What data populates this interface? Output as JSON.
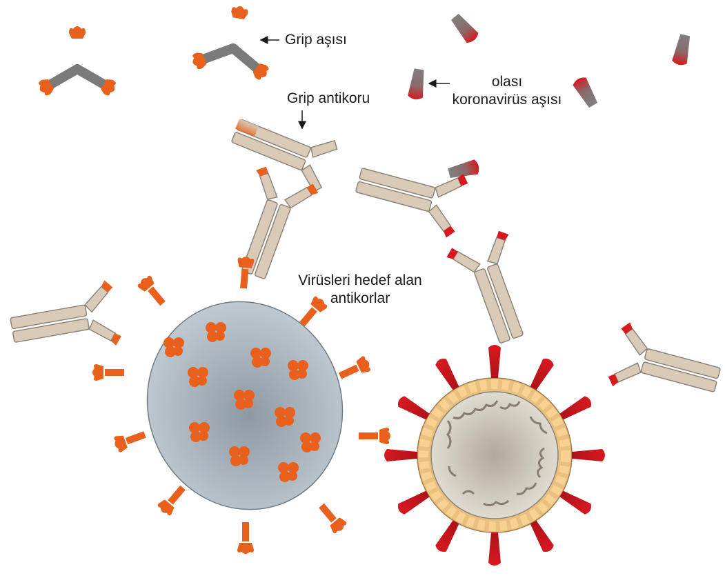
{
  "labels": {
    "flu_vaccine": "Grip aşısı",
    "flu_antibody": "Grip antikoru",
    "corona_vaccine_line1": "olası",
    "corona_vaccine_line2": "koronavirüs aşısı",
    "targeting_line1": "Virüsleri hedef alan",
    "targeting_line2": "antikorlar"
  },
  "colors": {
    "flu_accent": "#e8601c",
    "corona_accent": "#d7191f",
    "antibody_body": "#d9cbb8",
    "vaccine_grey": "#808080",
    "flu_virus": "#a9b5bf",
    "corona_shell": "#f7c07a"
  },
  "icons": [
    "flu-vaccine-icon",
    "corona-vaccine-icon",
    "antibody-icon",
    "flu-virus-icon",
    "coronavirus-icon",
    "arrow-icon"
  ]
}
